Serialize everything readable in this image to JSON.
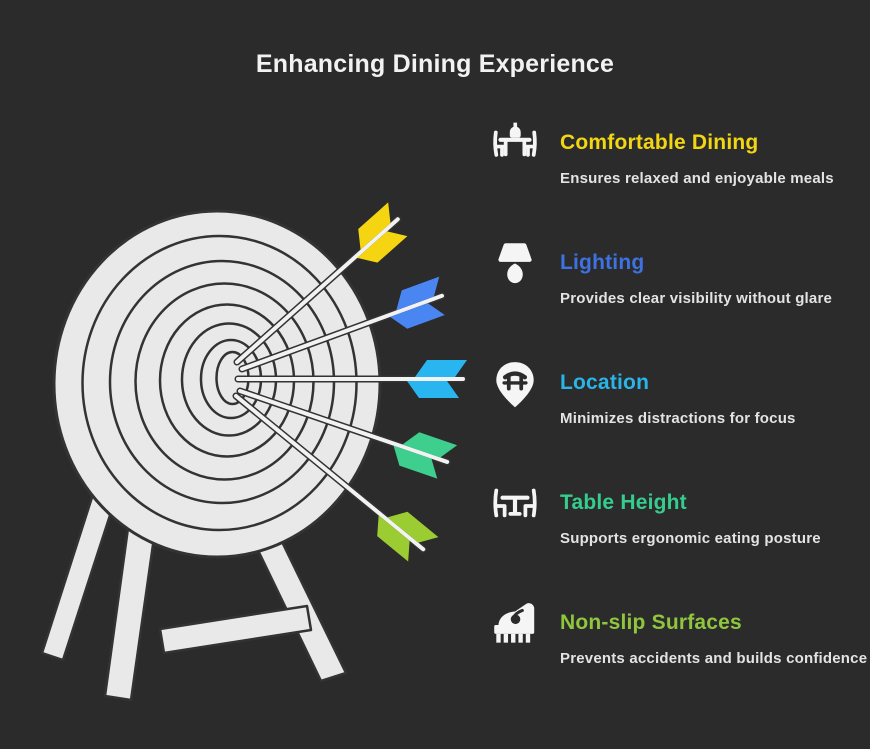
{
  "title": "Enhancing Dining Experience",
  "colors": {
    "background": "#2b2b2b",
    "title_text": "#f2f2f2",
    "description_text": "#e3e3e3",
    "target_fill": "#e9e9e9",
    "target_outline": "#333333"
  },
  "items": [
    {
      "icon": "dining-table-bottle-icon",
      "title": "Comfortable Dining",
      "description": "Ensures relaxed and enjoyable meals",
      "accent": "#f2d613"
    },
    {
      "icon": "table-lamp-icon",
      "title": "Lighting",
      "description": "Provides clear visibility without glare",
      "accent": "#3e72e2"
    },
    {
      "icon": "location-pin-table-icon",
      "title": "Location",
      "description": "Minimizes distractions for focus",
      "accent": "#2ab5e8"
    },
    {
      "icon": "table-chairs-icon",
      "title": "Table Height",
      "description": "Supports ergonomic eating posture",
      "accent": "#35cd8d"
    },
    {
      "icon": "brush-hand-icon",
      "title": "Non-slip Surfaces",
      "description": "Prevents accidents and builds confidence",
      "accent": "#8fc63d"
    }
  ],
  "graphic": {
    "name": "archery-target-with-five-arrows",
    "arrows": [
      {
        "label": "Comfortable Dining",
        "color": "#f5d511"
      },
      {
        "label": "Lighting",
        "color": "#4a86f2"
      },
      {
        "label": "Location",
        "color": "#29b6f0"
      },
      {
        "label": "Table Height",
        "color": "#3ecf8e"
      },
      {
        "label": "Non-slip Surfaces",
        "color": "#9bcd33"
      }
    ]
  }
}
